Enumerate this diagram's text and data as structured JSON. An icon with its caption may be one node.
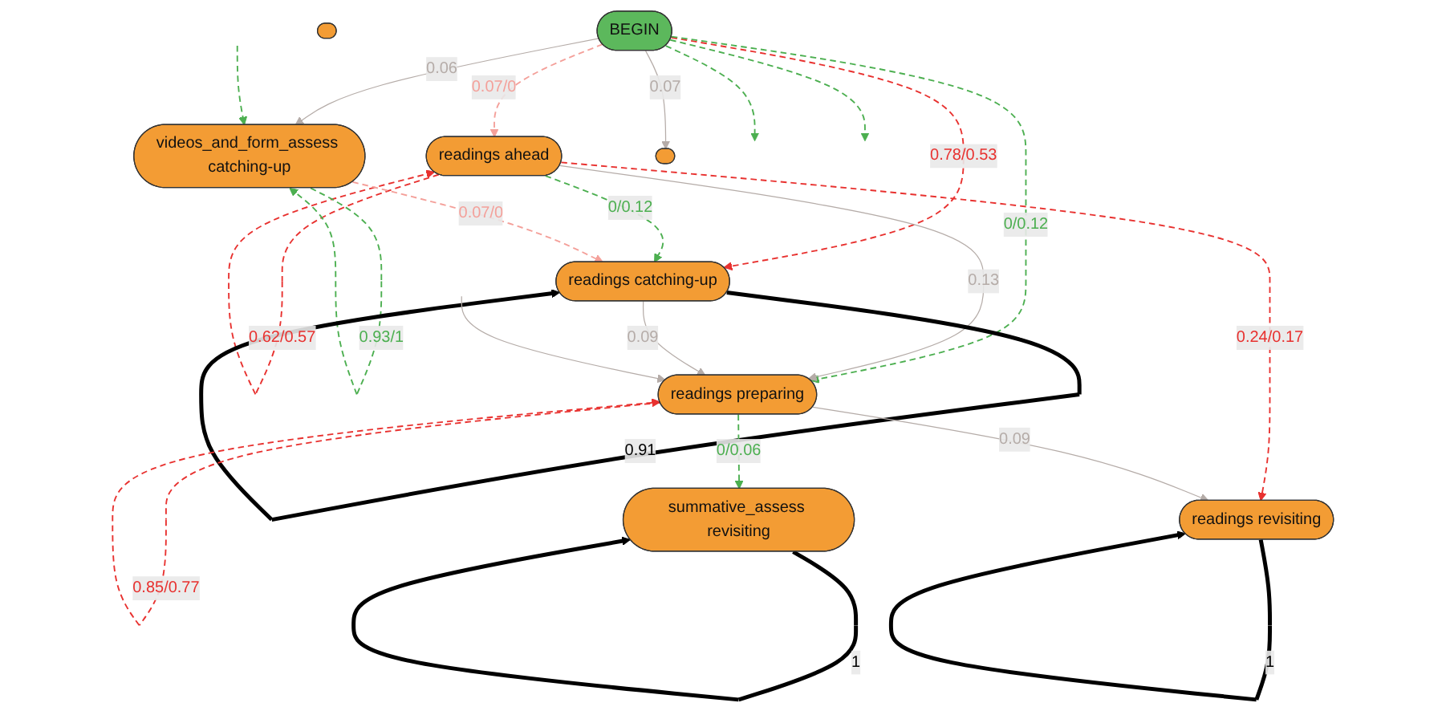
{
  "diagram": {
    "nodes": [
      {
        "text": [
          "BEGIN"
        ]
      },
      {
        "text": [
          "readings ahead"
        ]
      },
      {
        "text": [
          "videos_and_form_assess catching-up"
        ]
      },
      {
        "text": [
          "readings catching-up"
        ]
      },
      {
        "text": [
          "readings preparing"
        ]
      },
      {
        "text": [
          "readings revisiting"
        ]
      },
      {
        "text": [
          "summative_assess revisiting"
        ]
      },
      {
        "text": [],
        "shape": "ellipse"
      },
      {
        "text": [],
        "shape": "ellipse"
      }
    ],
    "edges": [
      {
        "from": 0,
        "to": 3,
        "arrow": "to",
        "label": "0.78/0.53",
        "style": "dashed",
        "color": "#e8312f"
      },
      {
        "from": 1,
        "to": 1,
        "arrow": "to",
        "label": "0.62/0.57",
        "style": "dashed",
        "color": "#e8312f"
      },
      {
        "from": 0,
        "to": 1,
        "arrow": "to",
        "label": "0.07/0",
        "style": "dashed",
        "color": "#f4a09a"
      },
      {
        "from": 0,
        "to": 2,
        "arrow": "to",
        "label": "0.06",
        "color": "#b5aca8"
      },
      {
        "from": 2,
        "to": 2,
        "arrow": "to",
        "label": "0.93/1",
        "style": "dashed",
        "color": "#4caf50"
      },
      {
        "from": 0,
        "to": 4,
        "arrow": "to",
        "label": "0/0.12",
        "style": "dashed",
        "color": "#4caf50"
      },
      {
        "from": 1,
        "to": 3,
        "arrow": "to",
        "label": "0/0.12",
        "style": "dashed",
        "color": "#4caf50"
      },
      {
        "from": 2,
        "to": 3,
        "arrow": "to",
        "label": "0.07/0",
        "style": "dashed",
        "color": "#f4a09a"
      },
      {
        "from": 1,
        "to": 4,
        "arrow": "to",
        "label": "0.13",
        "color": "#b5aca8"
      },
      {
        "from": 3,
        "to": 3,
        "arrow": "to",
        "label": "0.91",
        "style": "thick",
        "color": "#000000"
      },
      {
        "from": 3,
        "to": 4,
        "arrow": "to",
        "label": "0.09",
        "color": "#b5aca8"
      },
      {
        "from": 1,
        "to": 5,
        "arrow": "to",
        "label": "0.24/0.17",
        "style": "dashed",
        "color": "#e8312f"
      },
      {
        "from": 4,
        "to": 4,
        "arrow": "to",
        "label": "0.85/0.77",
        "style": "dashed",
        "color": "#e8312f"
      },
      {
        "from": 4,
        "to": 5,
        "arrow": "to",
        "label": "0.09",
        "color": "#b5aca8"
      },
      {
        "from": 4,
        "to": 6,
        "arrow": "to",
        "label": "0/0.06",
        "style": "dashed",
        "color": "#4caf50"
      },
      {
        "from": 5,
        "to": 5,
        "arrow": "to",
        "label": "1",
        "style": "thick",
        "color": "#000000"
      },
      {
        "from": 6,
        "to": 6,
        "arrow": "to",
        "label": "1",
        "style": "thick",
        "color": "#000000"
      },
      {
        "from": 0,
        "to": 8,
        "arrow": "to",
        "label": "0.07",
        "color": "#b5aca8"
      },
      {
        "from": null,
        "to": 2,
        "arrow": "to",
        "style": "dashed",
        "color": "#4caf50"
      },
      {
        "from": null,
        "to": 4,
        "arrow": "to",
        "color": "#b5aca8"
      },
      {
        "from": 0,
        "to": null,
        "arrow": "to",
        "style": "dashed",
        "color": "#4caf50"
      },
      {
        "from": 0,
        "to": null,
        "arrow": "to",
        "style": "dashed",
        "color": "#4caf50"
      }
    ]
  }
}
